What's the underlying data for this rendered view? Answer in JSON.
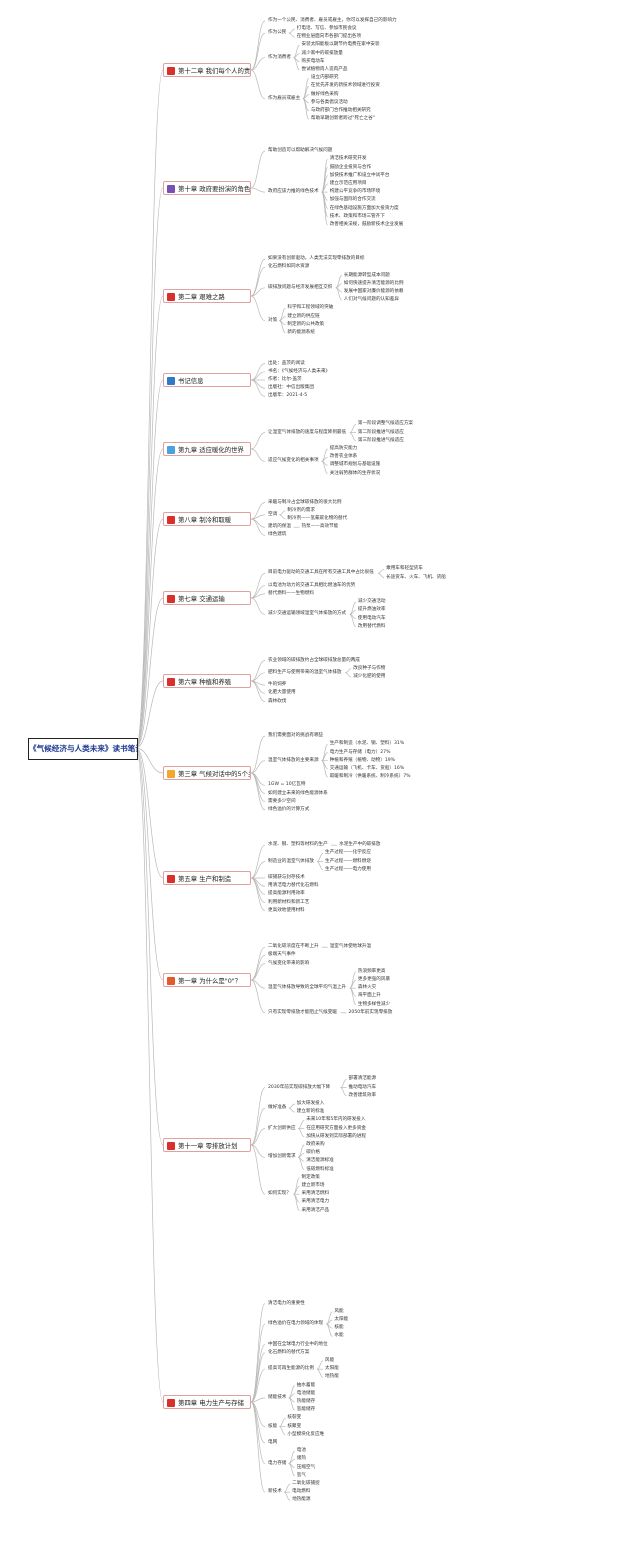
{
  "title": "《气候经济与人类未来》读书笔记",
  "colors": {
    "line": "#b9b9b9",
    "chapter_border": "#e0a2a0"
  },
  "chapters": [
    {
      "id": "ch12",
      "label": "第十二章 我们每个人的责任",
      "icon": "flag-icon",
      "icon_color": "#d9302c",
      "items": [
        {
          "text": "作为一个公民、消费者、雇员或雇主，你可以发挥自己的影响力",
          "children": []
        },
        {
          "text": "作为公民",
          "children": [
            "打电话、写信、参加市民会议",
            "在物业层面向市各部门提出各项"
          ]
        },
        {
          "text": "作为消费者",
          "children": [
            "安装太阳能板以期节约电费在家中安装",
            "减少家中的碳排放量",
            "购买电动车",
            "尝试植物肉人造肉产品"
          ]
        },
        {
          "text": "作为雇员或雇主",
          "children": [
            "设立内部研究",
            "在优先开发的新技术领域进行投资",
            "做好绿色采购",
            "参与各类倡议活动",
            "与政府部门合作推动相关研究",
            "帮助早期创新者跨过\"死亡之谷\""
          ]
        }
      ]
    },
    {
      "id": "ch10",
      "label": "第十章 政府要扮演的角色",
      "icon": "tools-icon",
      "icon_color": "#7a4fb2",
      "items": [
        {
          "text": "帮助创造可以帮助解决气候问题",
          "children": []
        },
        {
          "text": "政府应该力推的绿色技术",
          "children": [
            "清洁技术研究开发",
            "鼓励企业投资与合作",
            "加快技术推广和设立中试平台",
            "建立示范应用项目",
            "构建公平竞争的市场环境",
            "加强与国际的合作交流",
            "在绿色基础设施方面加大投资力度",
            "技术、政策和市场三管齐下",
            "改善相关法规，鼓励新技术企业发展"
          ]
        }
      ]
    },
    {
      "id": "ch2",
      "label": "第二章 艰难之路",
      "icon": "target-icon",
      "icon_color": "#d9302c",
      "items": [
        {
          "text": "如果没有创新驱动，人类无法实现零排放的目标",
          "children": []
        },
        {
          "text": "化石燃料如同水资源",
          "children": []
        },
        {
          "text": "碳排放问题与经济发展相互交织",
          "children": [
            "长期能源转型成本问题",
            "如何快速提升清洁能源的比例",
            "发展中国家对廉价能源的依赖",
            "人们对气候问题的认知差异"
          ]
        },
        {
          "text": "对策",
          "children": [
            "科学和工程领域的突破",
            "建立新的供应链",
            "制定新的公共政策",
            "新的能源系统"
          ]
        }
      ]
    },
    {
      "id": "info",
      "label": "书记信息",
      "icon": "info-icon",
      "icon_color": "#3178c6",
      "items": [
        {
          "text": "出处：盖茨的阅读",
          "children": []
        },
        {
          "text": "书名：《气候经济与人类未来》",
          "children": []
        },
        {
          "text": "作者：比尔·盖茨",
          "children": []
        },
        {
          "text": "出版社：中信出版集团",
          "children": []
        },
        {
          "text": "出版年：2021-4-5",
          "children": []
        }
      ]
    },
    {
      "id": "ch9",
      "label": "第九章 适应暖化的世界",
      "icon": "star-icon",
      "icon_color": "#4aa3df",
      "items": [
        {
          "text": "让温室气体排放的速度与程度降到最低",
          "children": [
            "第一阶段调整气候适应方案",
            "第二阶段推进气候适应",
            "第三阶段推进气候适应"
          ]
        },
        {
          "text": "适应气候变化的相关事项",
          "children": [
            "提高防灾能力",
            "改善农业体系",
            "调整城市规划与基础设施",
            "关注弱势群体的生存状况"
          ]
        }
      ]
    },
    {
      "id": "ch8",
      "label": "第八章 制冷和取暖",
      "icon": "flag-icon",
      "icon_color": "#d9302c",
      "items": [
        {
          "text": "采暖与制冷占全球碳排放的很大比例",
          "children": []
        },
        {
          "text": "空调",
          "children": [
            "制冷剂的需求",
            "制冷剂——氢氟碳化物的替代"
          ]
        },
        {
          "text": "建筑的保温",
          "children": [
            "热泵——高效节能"
          ]
        },
        {
          "text": "绿色建筑",
          "children": []
        }
      ]
    },
    {
      "id": "ch7",
      "label": "第七章 交通运输",
      "icon": "flag-icon",
      "icon_color": "#d9302c",
      "items": [
        {
          "text": "目前电力驱动的交通工具在所有交通工具中占比很低",
          "children": [
            "乘用车和轻型货车",
            "长途货车、火车、飞机、货船"
          ]
        },
        {
          "text": "以电池为动力的交通工具相比燃油车的优势",
          "children": []
        },
        {
          "text": "替代燃料——生物燃料",
          "children": []
        },
        {
          "text": "减少交通运输领域温室气体排放的方式",
          "children": [
            "减少交通活动",
            "提升燃油效率",
            "使用电动汽车",
            "改用替代燃料"
          ]
        }
      ]
    },
    {
      "id": "ch6",
      "label": "第六章 种植和养殖",
      "icon": "flag-icon",
      "icon_color": "#d9302c",
      "items": [
        {
          "text": "农业领域的碳排放约占全球碳排放总量的两成",
          "children": []
        },
        {
          "text": "肥料生产与使用带来的温室气体排放",
          "children": [
            "改良种子与作物",
            "减少化肥的使用"
          ]
        },
        {
          "text": "牛的饲养",
          "children": []
        },
        {
          "text": "化肥大量使用",
          "children": []
        },
        {
          "text": "森林砍伐",
          "children": []
        }
      ]
    },
    {
      "id": "ch3",
      "label": "第三章 气候对话中的5个关键问题",
      "icon": "star-icon",
      "icon_color": "#f0a830",
      "items": [
        {
          "text": "我们需要面对的挑战有哪些",
          "children": []
        },
        {
          "text": "温室气体排放的主要来源",
          "children": [
            "生产和制造（水泥、钢、塑料）31%",
            "电力生产与存储（电力）27%",
            "种植和养殖（植物、动物）19%",
            "交通运输（飞机、卡车、货船）16%",
            "取暖和制冷（供暖系统、制冷系统）7%"
          ]
        },
        {
          "text": "1GW = 10亿瓦特",
          "children": []
        },
        {
          "text": "如何建立未来的绿色能源体系",
          "children": []
        },
        {
          "text": "需要多少空间",
          "children": []
        },
        {
          "text": "绿色溢价的计算方式",
          "children": []
        }
      ]
    },
    {
      "id": "ch5",
      "label": "第五章 生产和制造",
      "icon": "flag-icon",
      "icon_color": "#d9302c",
      "items": [
        {
          "text": "水泥、钢、塑料等材料的生产",
          "children": [
            "水泥生产中的碳排放"
          ]
        },
        {
          "text": "制造业的温室气体排放",
          "children": [
            "生产过程——化学反应",
            "生产过程——燃料燃烧",
            "生产过程——电力使用"
          ]
        },
        {
          "text": "碳捕获与封存技术",
          "children": []
        },
        {
          "text": "用清洁电力替代化石燃料",
          "children": []
        },
        {
          "text": "提高能源利用效率",
          "children": []
        },
        {
          "text": "利用新材料和新工艺",
          "children": []
        },
        {
          "text": "更高效地使用材料",
          "children": []
        }
      ]
    },
    {
      "id": "ch1",
      "label": "第一章 为什么是\"0\"？",
      "icon": "fire-icon",
      "icon_color": "#e55a2b",
      "items": [
        {
          "text": "二氧化碳浓度在不断上升",
          "children": [
            "温室气体使地球升温"
          ]
        },
        {
          "text": "极端天气事件",
          "children": []
        },
        {
          "text": "气候变化带来的影响",
          "children": []
        },
        {
          "text": "温室气体排放导致的全球平均气温上升",
          "children": [
            "热浪频率更高",
            "更多更强的风暴",
            "森林火灾",
            "海平面上升",
            "生物多样性减少"
          ]
        },
        {
          "text": "只有实现零排放才能阻止气候变暖",
          "children": [
            "2050年前实现零排放"
          ]
        }
      ]
    },
    {
      "id": "ch11",
      "label": "第十一章 零排放计划",
      "icon": "flag-icon",
      "icon_color": "#d9302c",
      "items": [
        {
          "text": "2030年前实现碳排放大幅下降",
          "children": [
            "部署清洁能源",
            "推动电动汽车",
            "改善建筑效率"
          ]
        },
        {
          "text": "做好准备",
          "children": [
            "加大研发投入",
            "建立新的标准"
          ]
        },
        {
          "text": "扩大创新供应",
          "children": [
            "未来10年和5年内的研发投入",
            "在应用研究方面投入更多资金",
            "加快从研发到实际部署的进程"
          ]
        },
        {
          "text": "增加创新需求",
          "children": [
            "政府采购",
            "碳价格",
            "清洁能源标准",
            "低碳燃料标准"
          ]
        },
        {
          "text": "如何实现？",
          "children": [
            "制定政策",
            "建立新市场",
            "采用清洁燃料",
            "采用清洁电力",
            "采用清洁产品"
          ]
        }
      ]
    },
    {
      "id": "ch4",
      "label": "第四章 电力生产与存储",
      "icon": "flag-icon",
      "icon_color": "#d9302c",
      "items": [
        {
          "text": "清洁电力的重要性",
          "children": []
        },
        {
          "text": "绿色溢价在电力领域的体现",
          "children": [
            "风能",
            "太阳能",
            "核能",
            "水能"
          ]
        },
        {
          "text": "中国在全球电力行业中的地位",
          "children": []
        },
        {
          "text": "化石燃料的替代方案",
          "children": []
        },
        {
          "text": "提高可再生能源的比例",
          "children": [
            "风能",
            "太阳能",
            "地热能"
          ]
        },
        {
          "text": "储能技术",
          "children": [
            "抽水蓄能",
            "电池储能",
            "热能储存",
            "氢能储存"
          ]
        },
        {
          "text": "核能",
          "children": [
            "核裂变",
            "核聚变",
            "小型模块化反应堆"
          ]
        },
        {
          "text": "电网",
          "children": []
        },
        {
          "text": "电力存储",
          "children": [
            "电池",
            "储热",
            "压缩空气",
            "氢气"
          ]
        },
        {
          "text": "新技术",
          "children": [
            "二氧化碳捕捉",
            "电动燃料",
            "地热能源"
          ]
        }
      ]
    }
  ]
}
